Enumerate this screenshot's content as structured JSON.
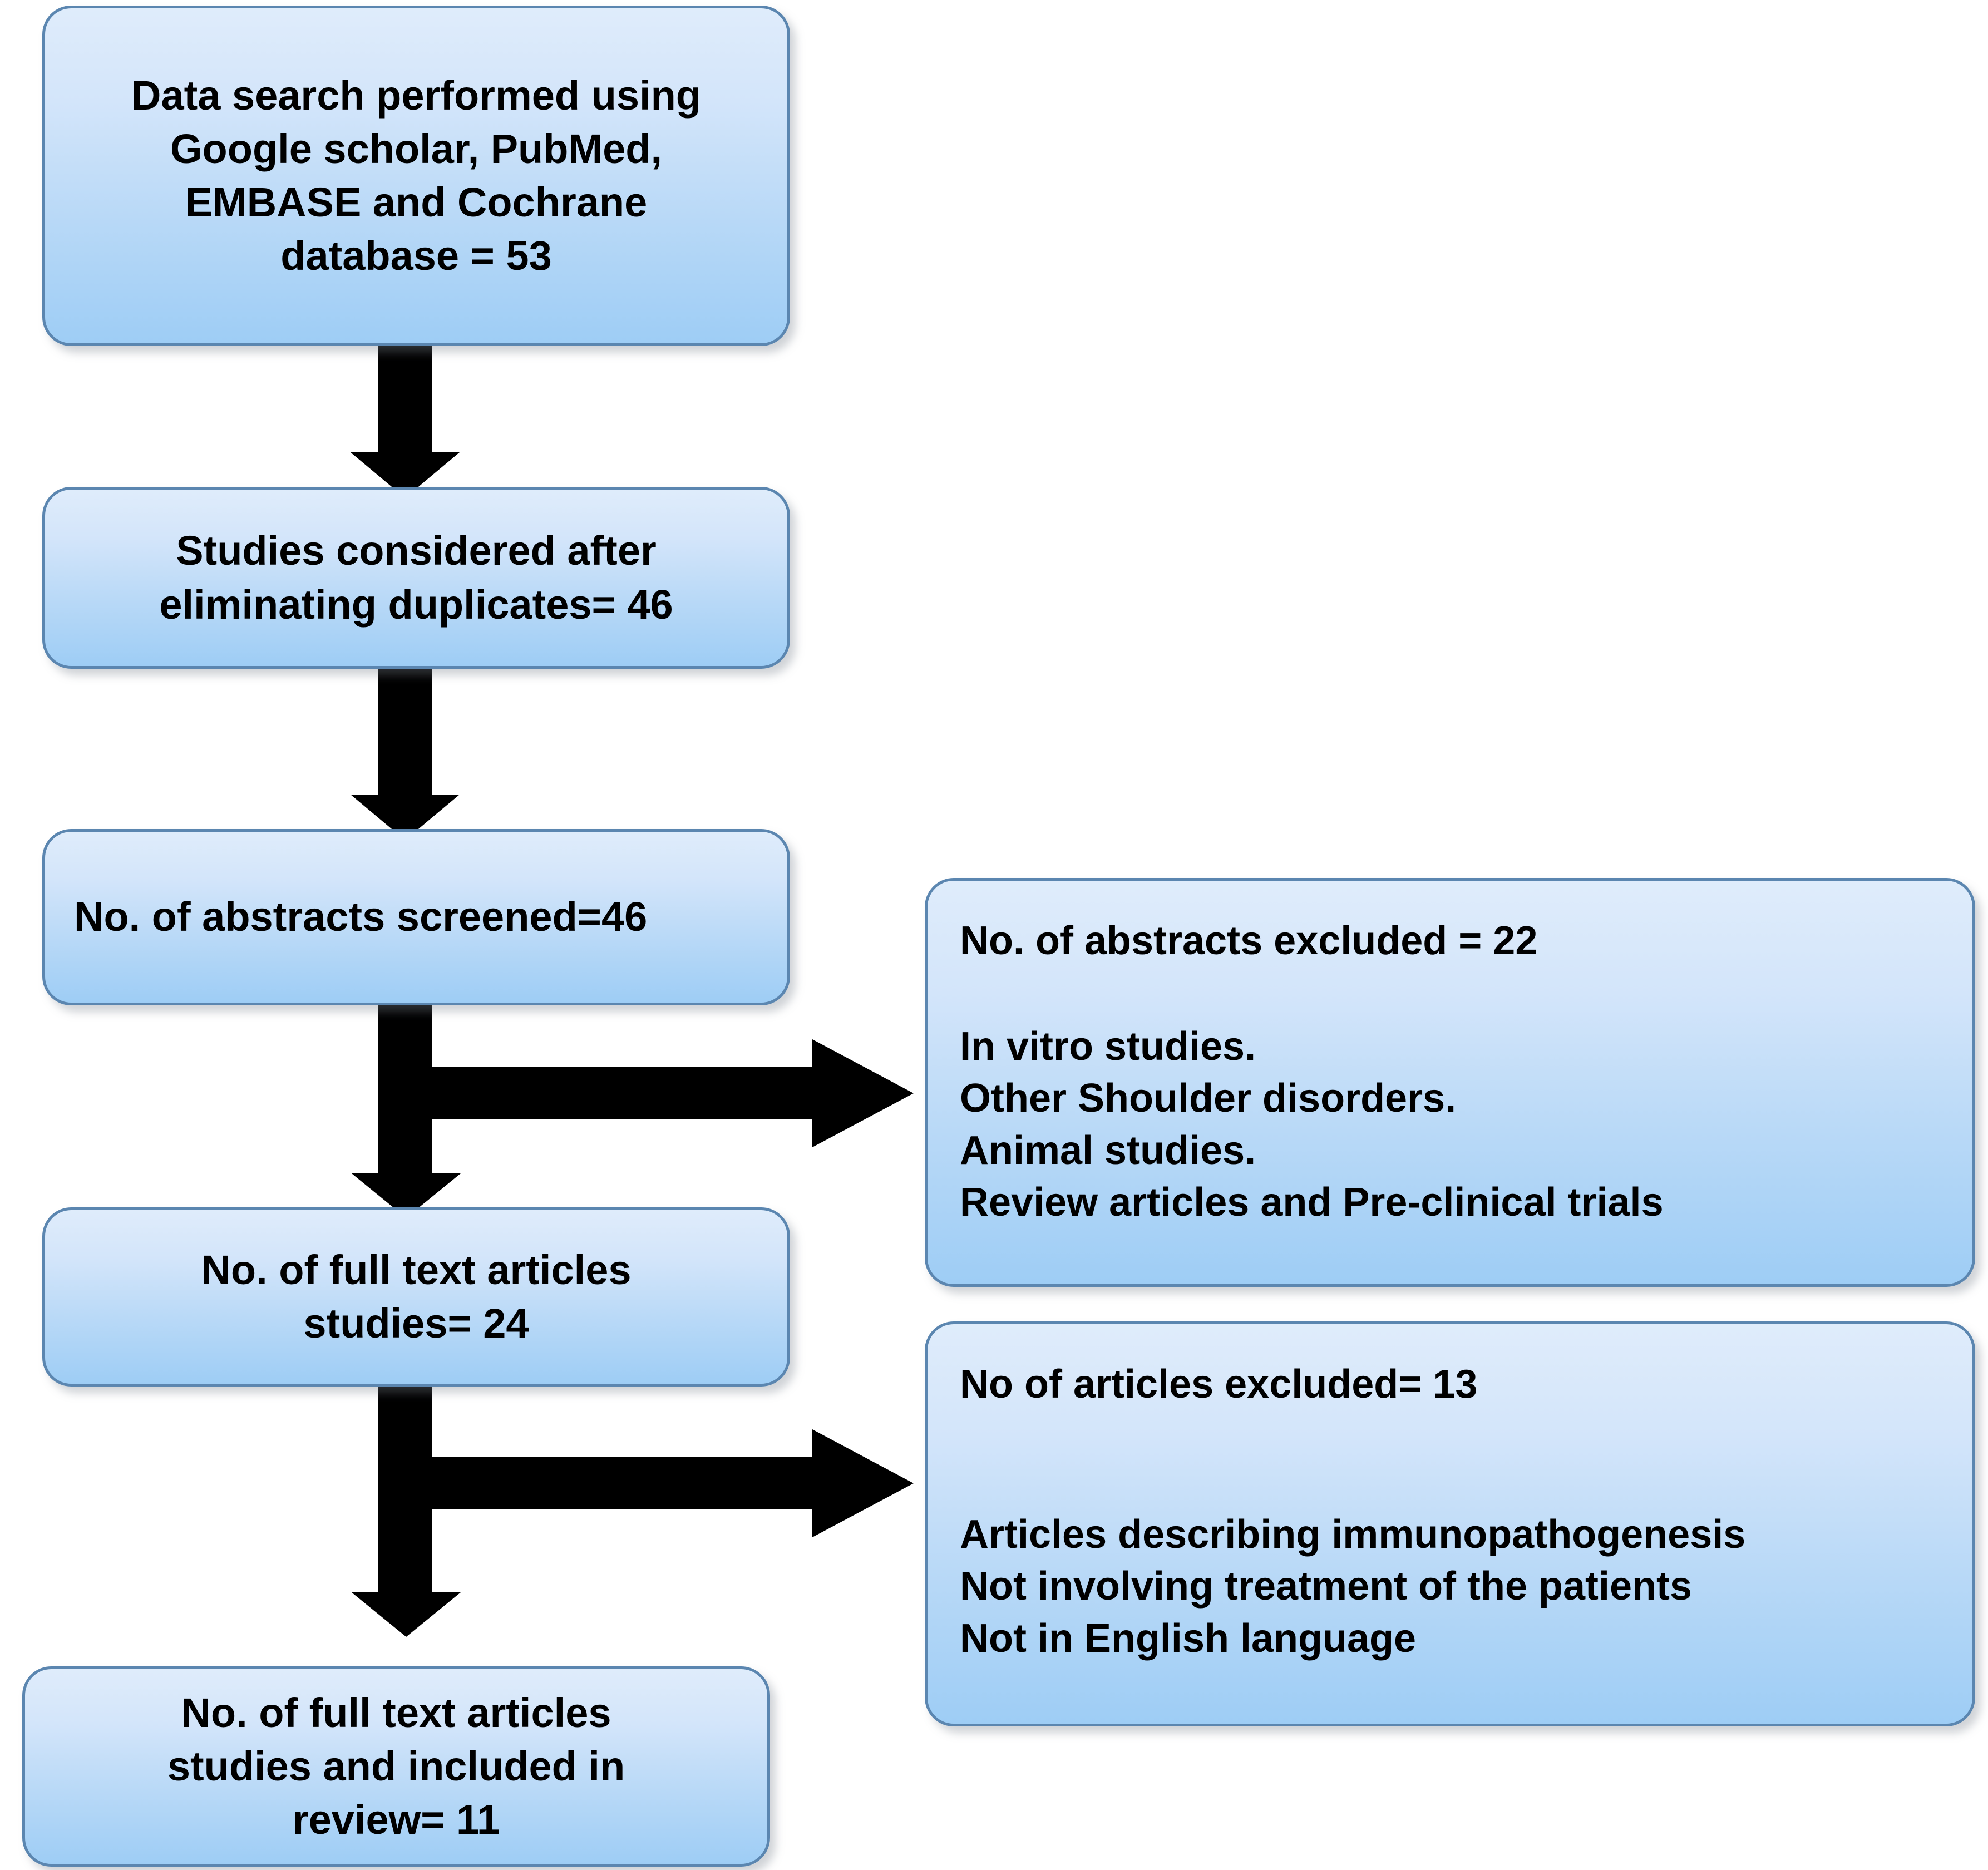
{
  "diagram": {
    "type": "prisma-flow-diagram",
    "title": "Study selection flow diagram",
    "colors": {
      "box_fill_top": "#dfecfb",
      "box_fill_bottom": "#9ecdf5",
      "box_border": "#5b86b0",
      "arrow": "#000000",
      "text": "#000000",
      "background": "#ffffff"
    },
    "nodes": {
      "search": {
        "id": "search",
        "lines": [
          "Data search performed using",
          "Google scholar, PubMed,",
          "EMBASE and Cochrane",
          "database = 53"
        ],
        "count": 53,
        "align": "center"
      },
      "duplicates": {
        "id": "duplicates",
        "lines": [
          "Studies considered after",
          "eliminating duplicates= 46"
        ],
        "count": 46,
        "align": "center"
      },
      "abstracts_screened": {
        "id": "abstracts_screened",
        "lines": [
          "No. of abstracts screened=46"
        ],
        "count": 46,
        "align": "left"
      },
      "fulltext": {
        "id": "fulltext",
        "lines": [
          "No. of full text articles",
          "studies= 24"
        ],
        "count": 24,
        "align": "center"
      },
      "included": {
        "id": "included",
        "lines": [
          "No. of full text articles",
          "studies and included in",
          "review= 11"
        ],
        "count": 11,
        "align": "center"
      },
      "abstracts_excluded": {
        "id": "abstracts_excluded",
        "heading": "No. of abstracts excluded = 22",
        "count": 22,
        "reasons": [
          "In vitro studies.",
          "Other Shoulder disorders.",
          "Animal studies.",
          "Review articles and Pre-clinical trials"
        ],
        "align": "left"
      },
      "articles_excluded": {
        "id": "articles_excluded",
        "heading": "No of articles excluded= 13",
        "count": 13,
        "reasons": [
          "Articles describing immunopathogenesis",
          "Not involving treatment of the patients",
          "Not in English language"
        ],
        "align": "left"
      }
    },
    "edges": [
      {
        "from": "search",
        "to": "duplicates",
        "direction": "down"
      },
      {
        "from": "duplicates",
        "to": "abstracts_screened",
        "direction": "down"
      },
      {
        "from": "abstracts_screened",
        "to": "fulltext",
        "direction": "down"
      },
      {
        "from": "abstracts_screened",
        "to": "abstracts_excluded",
        "direction": "right"
      },
      {
        "from": "fulltext",
        "to": "included",
        "direction": "down"
      },
      {
        "from": "fulltext",
        "to": "articles_excluded",
        "direction": "right"
      }
    ]
  }
}
